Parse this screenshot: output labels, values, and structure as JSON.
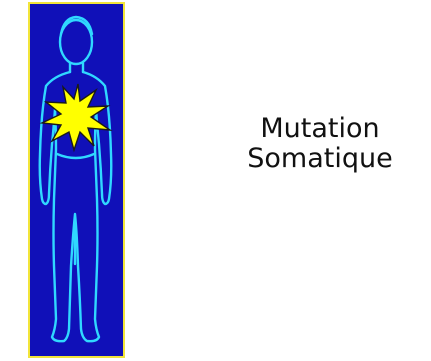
{
  "caption": {
    "line1": "Mutation",
    "line2": "Somatique"
  },
  "figure": {
    "panel_color": "#1010b8",
    "border_color": "#f2e53a",
    "outline_color": "#30d8ff",
    "mutation_burst_color": "#ffff00",
    "icons": [
      "human-body-outline",
      "mutation-burst"
    ]
  }
}
